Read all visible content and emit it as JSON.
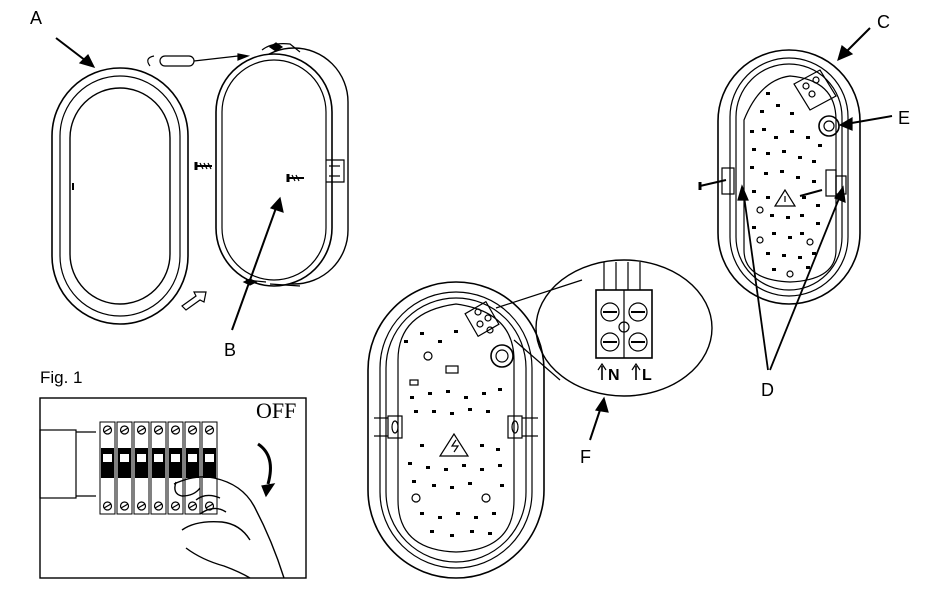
{
  "labels": {
    "a": "A",
    "b": "B",
    "c": "C",
    "d": "D",
    "e": "E",
    "f": "F"
  },
  "figure_caption": "Fig. 1",
  "switch_state": "OFF",
  "terminal_block": {
    "neutral": "N",
    "live": "L"
  },
  "colors": {
    "line": "#000000",
    "background": "#ffffff"
  }
}
